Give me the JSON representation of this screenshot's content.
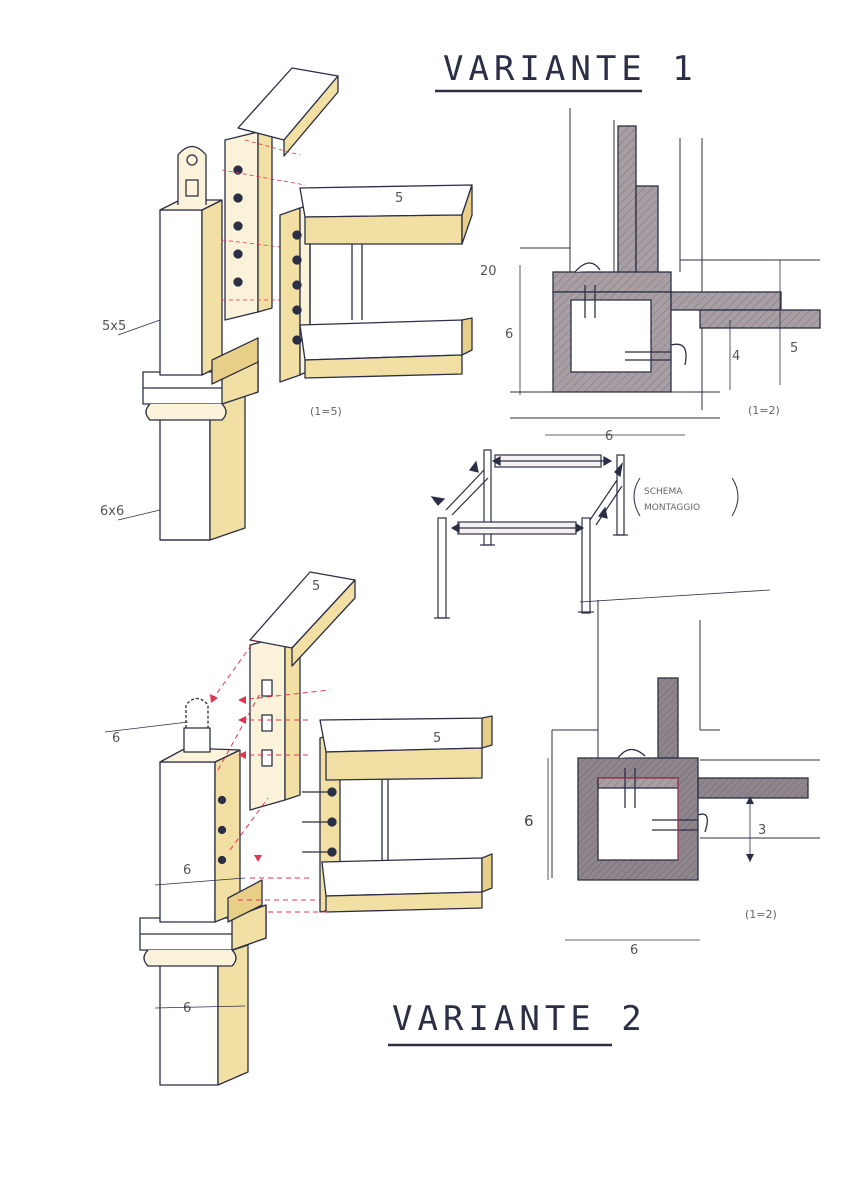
{
  "titles": {
    "variant1": "VARIANTE 1",
    "variant2": "VARIANTE 2"
  },
  "labels": {
    "dim_5x5": "5x5",
    "dim_6x6": "6x6",
    "scale_1_5": "(1=5)",
    "scale_1_2_top": "(1=2)",
    "scale_1_2_bottom": "(1=2)",
    "assembly_line1": "SCHEMA",
    "assembly_line2": "MONTAGGIO"
  },
  "dimensions_v1": {
    "beam_top": "5",
    "section_20": "20",
    "section_6_side": "6",
    "section_4": "4",
    "section_5": "5",
    "section_6_bottom": "6"
  },
  "dimensions_v2": {
    "post_top_6": "6",
    "beam_top": "5",
    "beam_side": "5",
    "post_face_6": "6",
    "post_lower_6": "6",
    "section_6_side": "6",
    "section_3": "3",
    "section_6_bottom": "6"
  },
  "colors": {
    "ink": "#2b2f45",
    "wood_light": "#fbf3d9",
    "wood_yellow": "#f2dfa4",
    "wood_shade": "#e8cf87",
    "section_grey": "#a89fa4",
    "section_dark": "#8a7f86",
    "dashed_red": "#e0354f"
  }
}
